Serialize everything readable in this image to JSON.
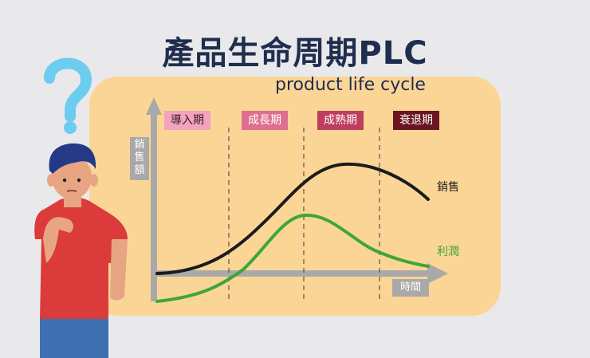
{
  "title": "產品生命周期PLC",
  "subtitle": "product life cycle",
  "axes": {
    "y_label": "銷售額",
    "x_label": "時間"
  },
  "phases": [
    {
      "label": "導入期",
      "bg": "#f2a3bd",
      "color": "#3a1a28"
    },
    {
      "label": "成長期",
      "bg": "#de6f8f",
      "color": "#ffffff"
    },
    {
      "label": "成熟期",
      "bg": "#bf3d5e",
      "color": "#ffffff"
    },
    {
      "label": "衰退期",
      "bg": "#6a1521",
      "color": "#ffffff"
    }
  ],
  "series": [
    {
      "name": "銷售",
      "color": "#1b1b1b"
    },
    {
      "name": "利潤",
      "color": "#3da63a"
    }
  ],
  "colors": {
    "panel": "#fbd596",
    "axis": "#a9a9a9",
    "title": "#1f2d4f"
  }
}
